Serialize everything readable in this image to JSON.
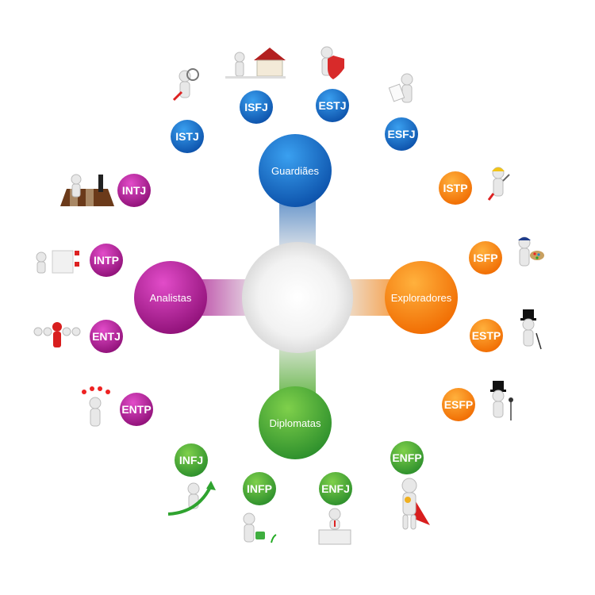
{
  "groups": [
    {
      "key": "guardians",
      "label": "Guardiães",
      "color": "#1a6fc9"
    },
    {
      "key": "explorers",
      "label": "Exploradores",
      "color": "#f97d0f"
    },
    {
      "key": "diplomats",
      "label": "Diplomatas",
      "color": "#3da83a"
    },
    {
      "key": "analysts",
      "label": "Analistas",
      "color": "#b8179a"
    }
  ],
  "types": [
    {
      "code": "ISTJ",
      "group": "guardians",
      "icon": "magnifier-figure-icon"
    },
    {
      "code": "ISFJ",
      "group": "guardians",
      "icon": "house-figure-icon"
    },
    {
      "code": "ESTJ",
      "group": "guardians",
      "icon": "shield-figure-icon"
    },
    {
      "code": "ESFJ",
      "group": "guardians",
      "icon": "clipboard-figure-icon"
    },
    {
      "code": "ISTP",
      "group": "explorers",
      "icon": "hammer-figure-icon"
    },
    {
      "code": "ISFP",
      "group": "explorers",
      "icon": "painter-figure-icon"
    },
    {
      "code": "ESTP",
      "group": "explorers",
      "icon": "tophat-figure-icon"
    },
    {
      "code": "ESFP",
      "group": "explorers",
      "icon": "microphone-figure-icon"
    },
    {
      "code": "INFJ",
      "group": "diplomats",
      "icon": "rising-arrow-figure-icon"
    },
    {
      "code": "INFP",
      "group": "diplomats",
      "icon": "watering-figure-icon"
    },
    {
      "code": "ENFJ",
      "group": "diplomats",
      "icon": "podium-figure-icon"
    },
    {
      "code": "ENFP",
      "group": "diplomats",
      "icon": "superhero-figure-icon"
    },
    {
      "code": "INTJ",
      "group": "analysts",
      "icon": "chess-figure-icon"
    },
    {
      "code": "INTP",
      "group": "analysts",
      "icon": "cubes-figure-icon"
    },
    {
      "code": "ENTJ",
      "group": "analysts",
      "icon": "leader-figure-icon"
    },
    {
      "code": "ENTP",
      "group": "analysts",
      "icon": "ideas-figure-icon"
    }
  ]
}
